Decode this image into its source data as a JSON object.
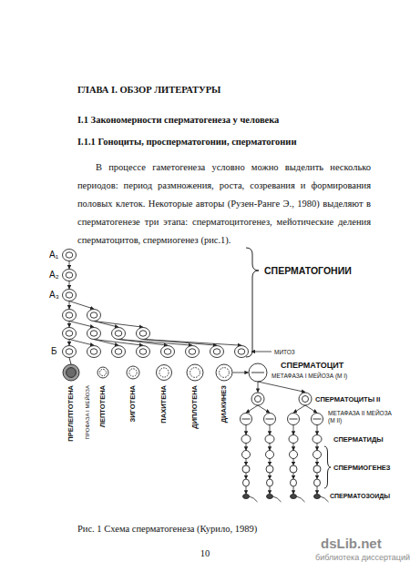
{
  "diagram": {
    "title": "ГЛАВА I. ОБЗОР ЛИТЕРАТУРЫ",
    "caption": "Рис. 1 Схема сперматогенеза (Курило, 1989)",
    "labels": [
      "I.1 Закономерности сперматогенеза у человека",
      "I.1.1 Гоноциты, просперматогонии, сперматогонии",
      "В процессе гаметогенеза условно можно выделить несколько периодов: период размножения, роста, созревания и формирования половых клеток. Некоторые авторы (Рузен-Ранге Э., 1980) выделяют в сперматогенезе три этапа: сперматоцитогенез, мейотические деления сперматоцитов, спермиогенез (рис.1).",
      "А₁",
      "А₂",
      "А₃",
      "СПЕРМАТОГОНИИ",
      "Б",
      "МИТОЗ",
      "СПЕРМАТОЦИТ",
      "ПРЕЛЕПТОТЕНА",
      "ПРОФАЗА I МЕЙОЗА",
      "ЛЕПТОТЕНА",
      "ЗИГОТЕНА",
      "ПАХИТЕНА",
      "ДИПЛОТЕНА",
      "ДИАКИНЕЗ",
      "МЕТАФАЗА I МЕЙОЗА (М I)",
      "СПЕРМАТОЦИТЫ II",
      "МЕТАФАЗА II МЕЙОЗА (М II)",
      "СПЕРМАТИДЫ",
      "СПЕРМИОГЕНЕЗ",
      "СПЕРМАТОЗОИДЫ",
      "10",
      "dsLib.net",
      "библиотека диссертаций"
    ]
  }
}
